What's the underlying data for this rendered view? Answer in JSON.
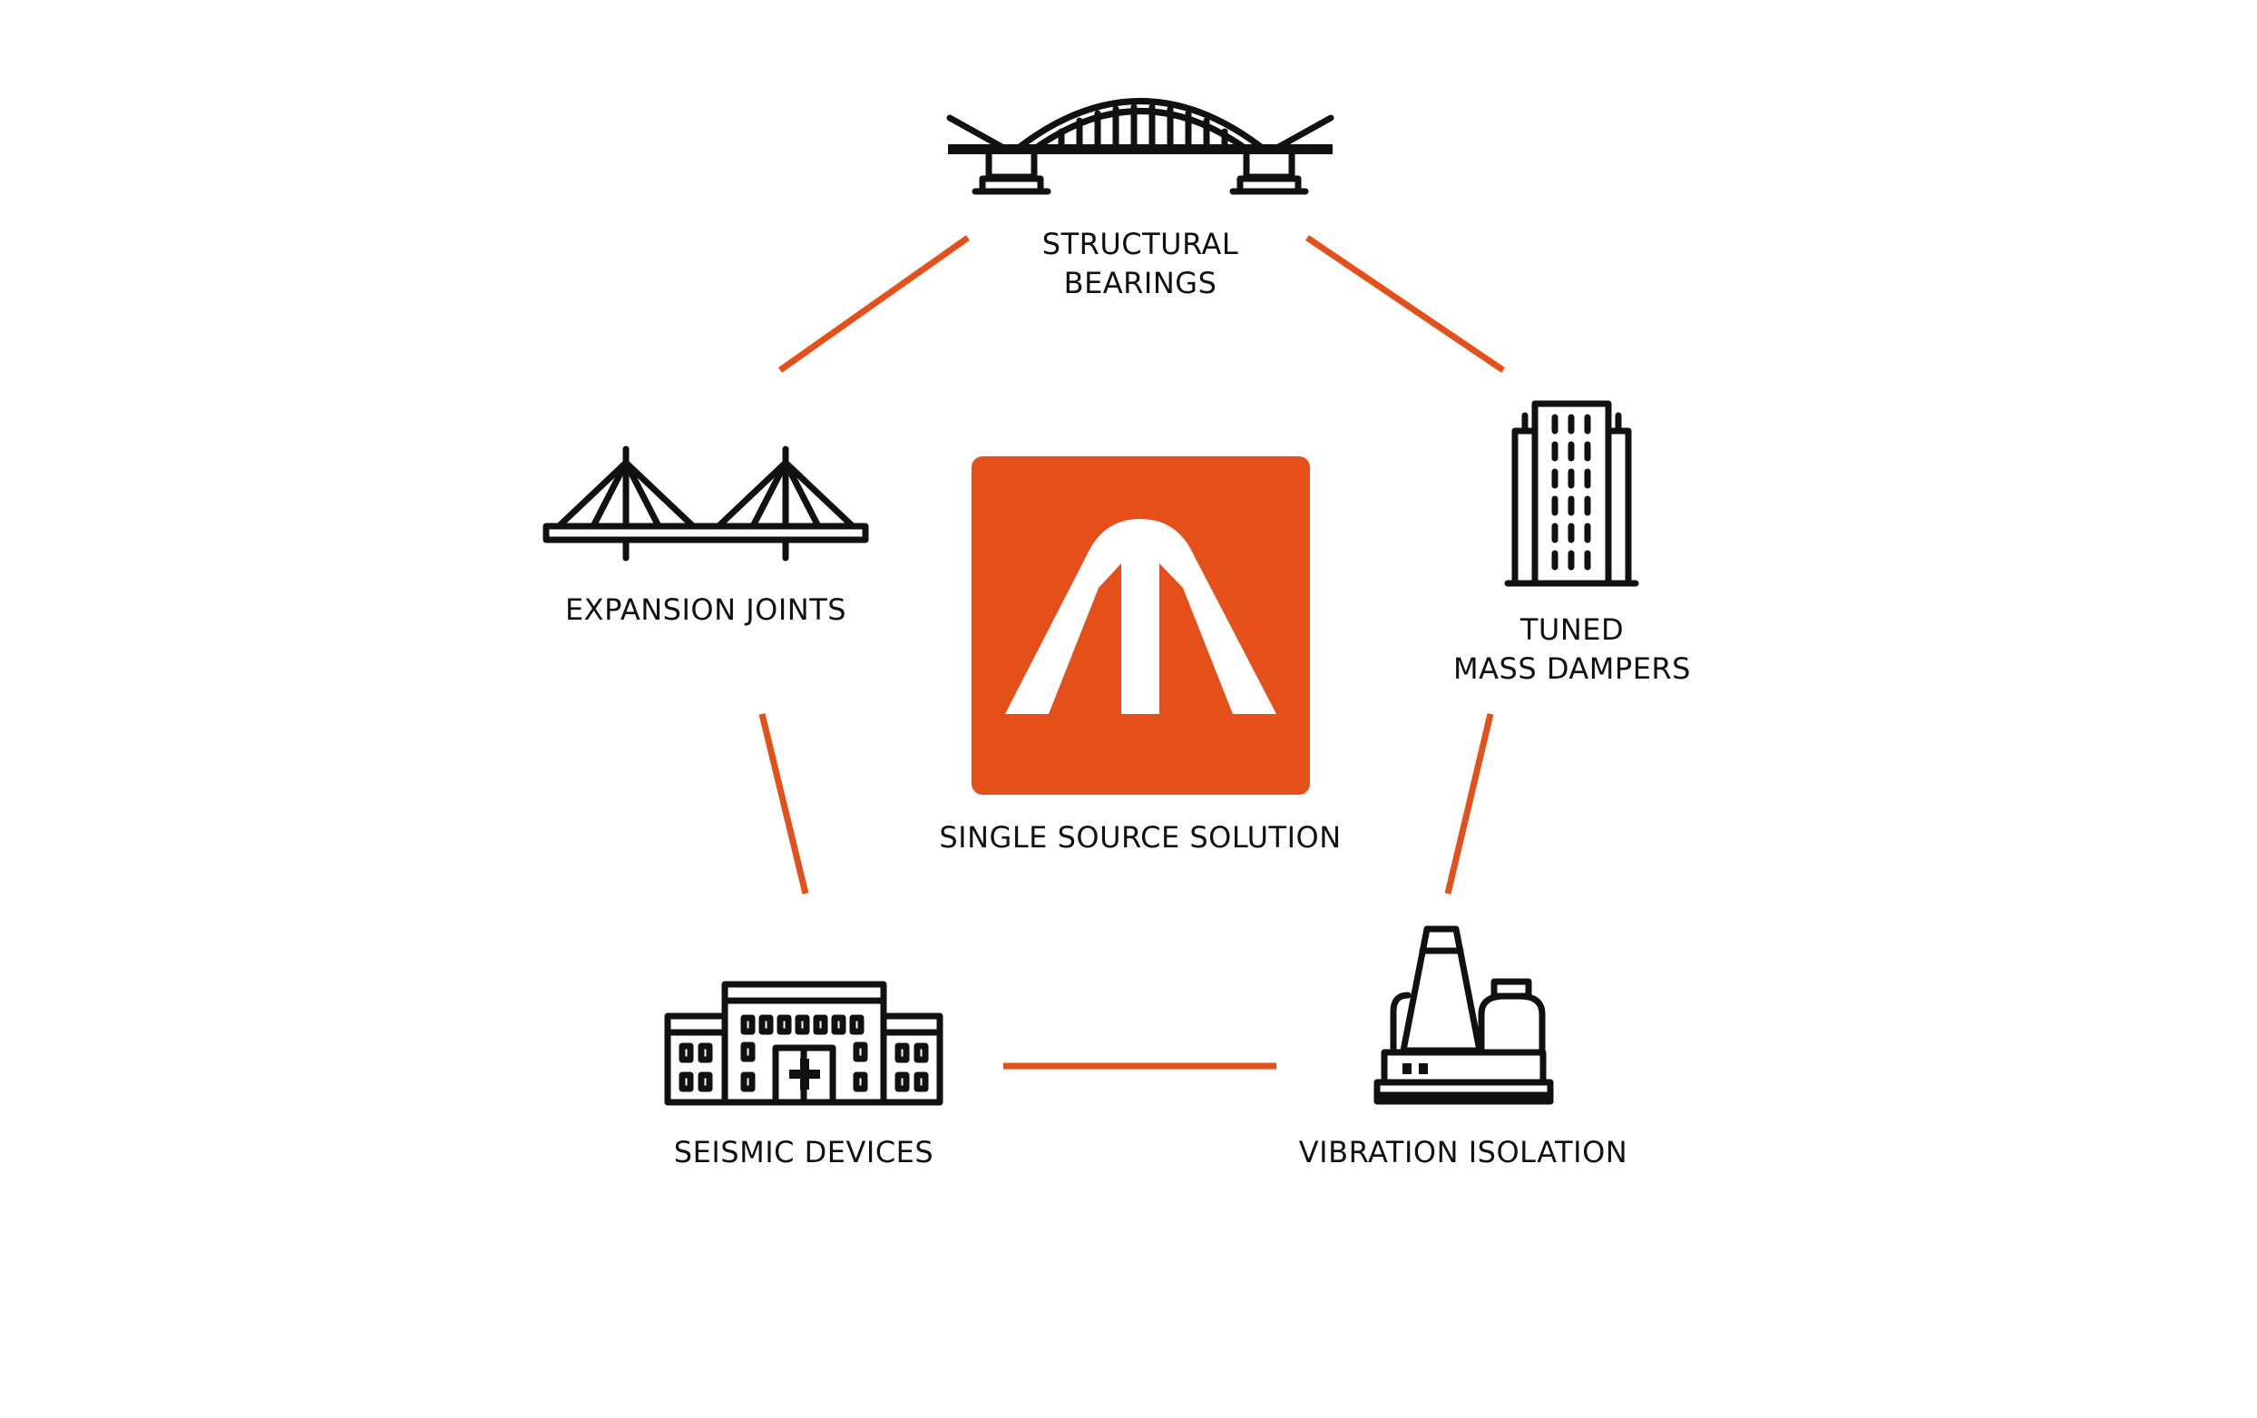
{
  "colors": {
    "accent": "#e5501a",
    "icon": "#111111",
    "background": "#ffffff"
  },
  "center": {
    "label": "SINGLE SOURCE SOLUTION",
    "logo_icon": "arch-logo-icon"
  },
  "nodes": [
    {
      "id": "structural-bearings",
      "icon": "arch-bridge-icon",
      "label_lines": [
        "STRUCTURAL",
        "BEARINGS"
      ]
    },
    {
      "id": "tuned-mass-dampers",
      "icon": "skyscraper-icon",
      "label_lines": [
        "TUNED",
        "MASS DAMPERS"
      ]
    },
    {
      "id": "vibration-isolation",
      "icon": "factory-icon",
      "label_lines": [
        "VIBRATION ISOLATION"
      ]
    },
    {
      "id": "seismic-devices",
      "icon": "hospital-icon",
      "label_lines": [
        "SEISMIC DEVICES"
      ]
    },
    {
      "id": "expansion-joints",
      "icon": "cable-stayed-bridge-icon",
      "label_lines": [
        "EXPANSION JOINTS"
      ]
    }
  ]
}
